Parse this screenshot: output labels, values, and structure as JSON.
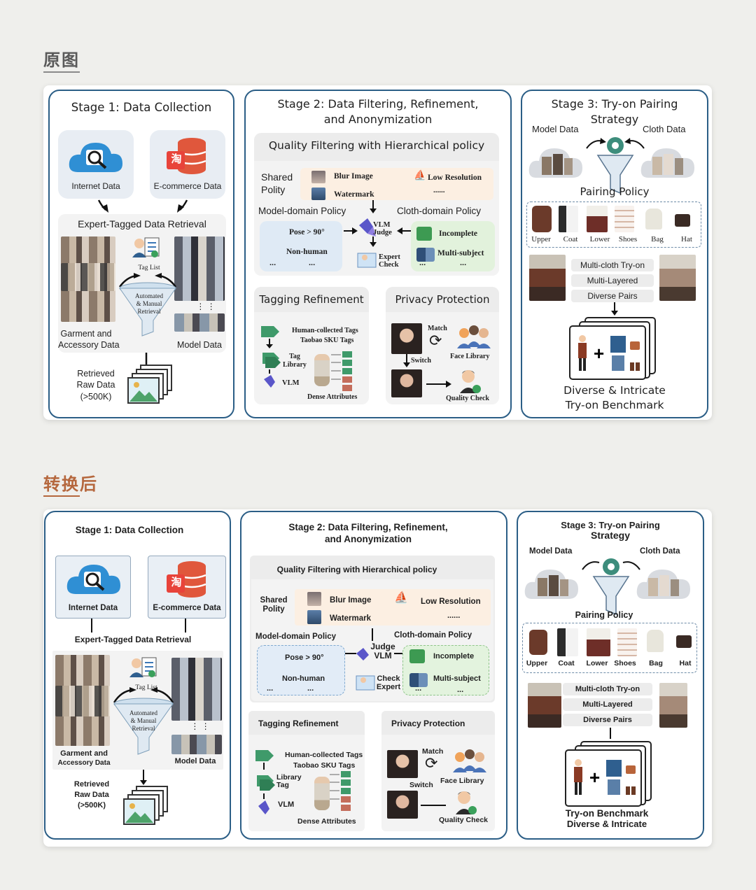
{
  "sections": {
    "original": "原图",
    "converted": "转换后"
  },
  "colors": {
    "accent_original": "#5a5a5a",
    "accent_converted": "#b5673d",
    "stage_border": "#2b5e86",
    "cloud_blue": "#2f8fd4",
    "db_red": "#e0573c"
  },
  "figure": {
    "stage1": {
      "title": "Stage 1: Data Collection",
      "internet_data": "Internet Data",
      "ecommerce_data": "E-commerce Data",
      "ecommerce_icon_char": "淘",
      "expert_retrieval": "Expert-Tagged Data Retrieval",
      "tag_list": "Tag List",
      "funnel_text": [
        "Automated",
        "& Manual",
        "Retrieval"
      ],
      "garment_data": [
        "Garment and",
        "Accessory Data"
      ],
      "model_data": "Model Data",
      "retrieved": [
        "Retrieved",
        "Raw Data",
        "(>500K)"
      ]
    },
    "stage2": {
      "title": [
        "Stage 2: Data Filtering, Refinement,",
        "and Anonymization"
      ],
      "quality_title": "Quality Filtering with Hierarchical policy",
      "shared_polity": [
        "Shared",
        "Polity"
      ],
      "blur_image": "Blur Image",
      "low_resolution": "Low Resolution",
      "watermark": "Watermark",
      "ellipsis": "......",
      "model_policy": "Model-domain Policy",
      "cloth_policy": "Cloth-domain Policy",
      "pose": "Pose > 90°",
      "non_human": "Non-human",
      "vlm_judge": [
        "VLM",
        "Judge"
      ],
      "expert_check": [
        "Expert",
        "Check"
      ],
      "incomplete": "Incomplete",
      "multi_subject": "Multi-subject",
      "dots": "...",
      "tagging_title": "Tagging Refinement",
      "human_tags": "Human-collected Tags",
      "taobao_tags": "Taobao SKU Tags",
      "tag_library": [
        "Tag",
        "Library"
      ],
      "vlm": "VLM",
      "dense_attributes": "Dense Attributes",
      "privacy_title": "Privacy Protection",
      "match": "Match",
      "switch": "Switch",
      "face_library": "Face Library",
      "quality_check": "Quality Check"
    },
    "stage3": {
      "title": [
        "Stage 3: Try-on Pairing",
        "Strategy"
      ],
      "model_data": "Model Data",
      "cloth_data": "Cloth Data",
      "pairing_policy": "Pairing Policy",
      "categories": [
        "Upper",
        "Coat",
        "Lower",
        "Shoes",
        "Bag",
        "Hat"
      ],
      "pairs": [
        "Multi-cloth Try-on",
        "Multi-Layered",
        "Diverse Pairs"
      ],
      "benchmark": [
        "Diverse & Intricate",
        "Try-on Benchmark"
      ],
      "benchmark_converted": [
        "Try-on Benchmark",
        "Diverse & Intricate"
      ]
    }
  }
}
